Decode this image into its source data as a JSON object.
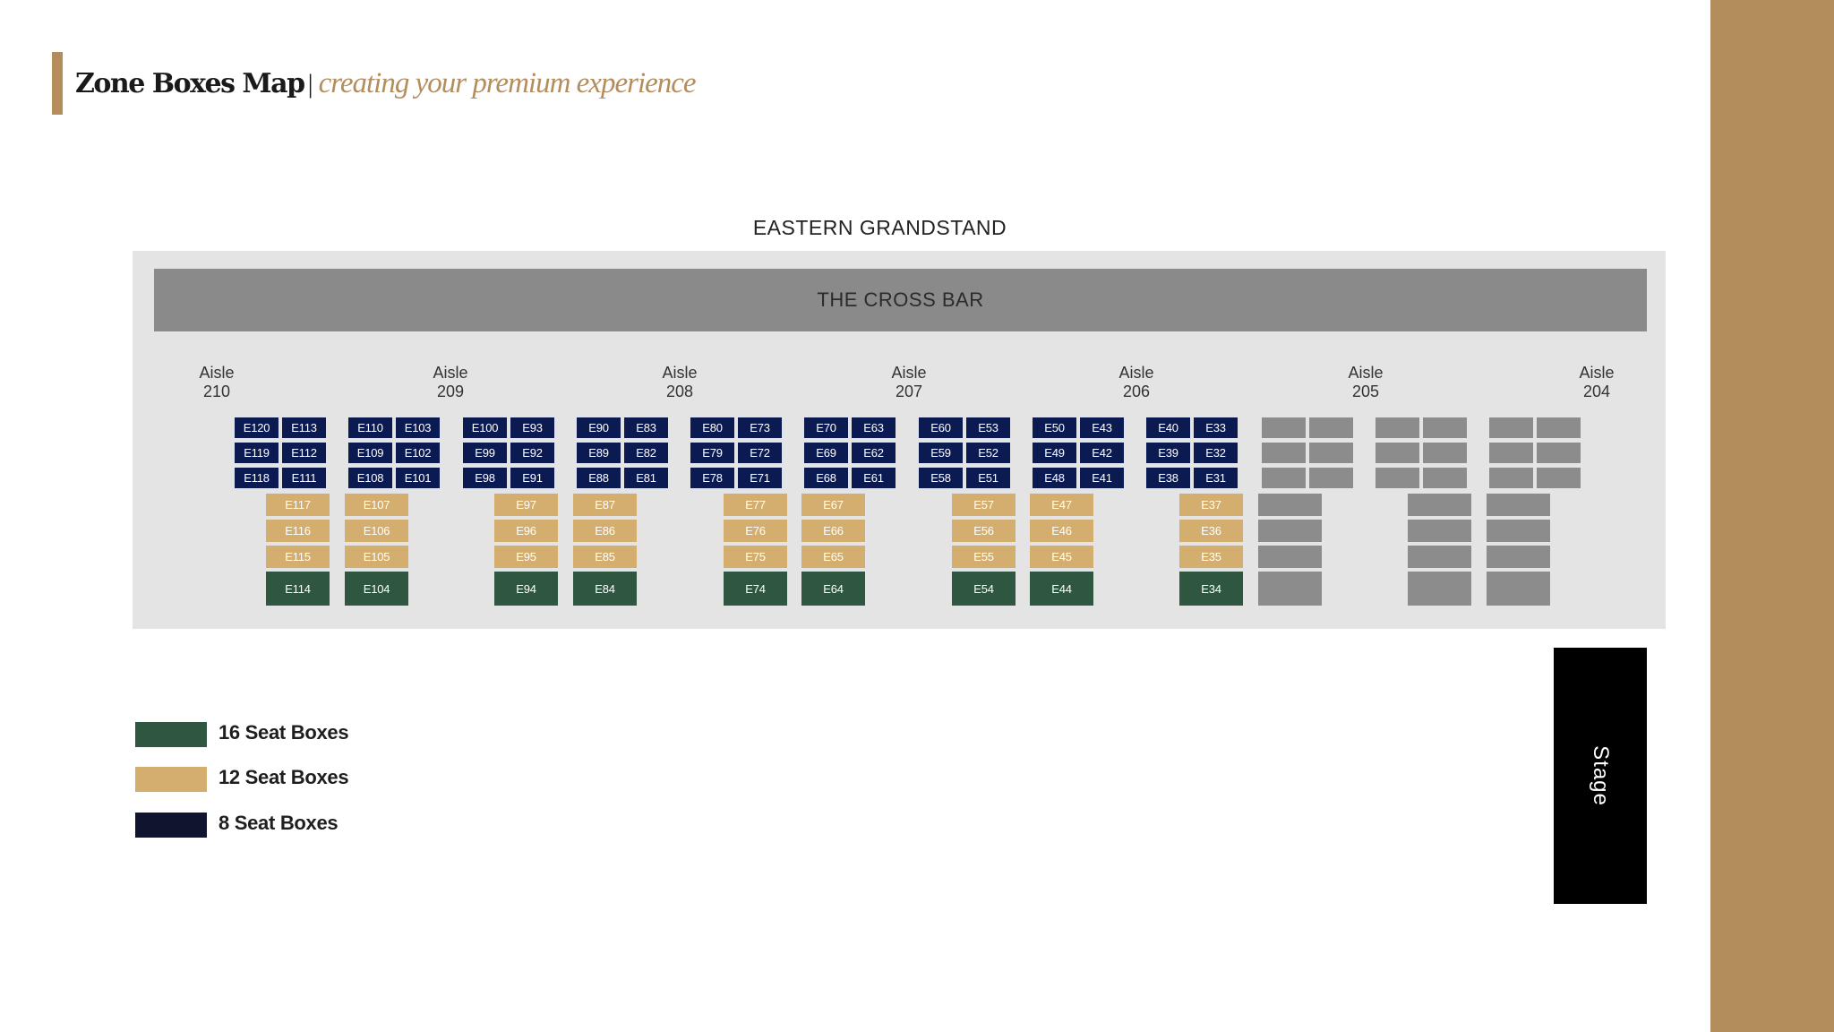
{
  "header": {
    "title": "Zone Boxes Map",
    "separator": "|",
    "subtitle": "creating your premium experience"
  },
  "colors": {
    "accent": "#b48d5d",
    "box_16": "#2f5640",
    "box_12": "#d4ae6e",
    "box_8": "#0c1a52",
    "box_unavailable": "#8c8c8c"
  },
  "map": {
    "grandstand_label": "EASTERN GRANDSTAND",
    "crossbar_label": "THE CROSS BAR",
    "stage_label": "Stage",
    "aisles": [
      {
        "line1": "Aisle",
        "line2": "210"
      },
      {
        "line1": "Aisle",
        "line2": "209"
      },
      {
        "line1": "Aisle",
        "line2": "208"
      },
      {
        "line1": "Aisle",
        "line2": "207"
      },
      {
        "line1": "Aisle",
        "line2": "206"
      },
      {
        "line1": "Aisle",
        "line2": "205"
      },
      {
        "line1": "Aisle",
        "line2": "204"
      }
    ],
    "eight_seat_pairs": [
      {
        "left": [
          "E120",
          "E119",
          "E118"
        ],
        "right": [
          "E113",
          "E112",
          "E111"
        ]
      },
      {
        "left": [
          "E110",
          "E109",
          "E108"
        ],
        "right": [
          "E103",
          "E102",
          "E101"
        ]
      },
      {
        "left": [
          "E100",
          "E99",
          "E98"
        ],
        "right": [
          "E93",
          "E92",
          "E91"
        ]
      },
      {
        "left": [
          "E90",
          "E89",
          "E88"
        ],
        "right": [
          "E83",
          "E82",
          "E81"
        ]
      },
      {
        "left": [
          "E80",
          "E79",
          "E78"
        ],
        "right": [
          "E73",
          "E72",
          "E71"
        ]
      },
      {
        "left": [
          "E70",
          "E69",
          "E68"
        ],
        "right": [
          "E63",
          "E62",
          "E61"
        ]
      },
      {
        "left": [
          "E60",
          "E59",
          "E58"
        ],
        "right": [
          "E53",
          "E52",
          "E51"
        ]
      },
      {
        "left": [
          "E50",
          "E49",
          "E48"
        ],
        "right": [
          "E43",
          "E42",
          "E41"
        ]
      },
      {
        "left": [
          "E40",
          "E39",
          "E38"
        ],
        "right": [
          "E33",
          "E32",
          "E31"
        ]
      },
      {
        "left": [
          "",
          "",
          ""
        ],
        "right": [
          "",
          "",
          ""
        ]
      },
      {
        "left": [
          "",
          "",
          ""
        ],
        "right": [
          "",
          "",
          ""
        ]
      },
      {
        "left": [
          "",
          "",
          ""
        ],
        "right": [
          "",
          "",
          ""
        ]
      }
    ],
    "lower_columns": [
      {
        "twelve": [
          "E117",
          "E116",
          "E115"
        ],
        "sixteen": "E114"
      },
      {
        "twelve": [
          "E107",
          "E106",
          "E105"
        ],
        "sixteen": "E104"
      },
      {
        "twelve": [
          "E97",
          "E96",
          "E95"
        ],
        "sixteen": "E94"
      },
      {
        "twelve": [
          "E87",
          "E86",
          "E85"
        ],
        "sixteen": "E84"
      },
      {
        "twelve": [
          "E77",
          "E76",
          "E75"
        ],
        "sixteen": "E74"
      },
      {
        "twelve": [
          "E67",
          "E66",
          "E65"
        ],
        "sixteen": "E64"
      },
      {
        "twelve": [
          "E57",
          "E56",
          "E55"
        ],
        "sixteen": "E54"
      },
      {
        "twelve": [
          "E47",
          "E46",
          "E45"
        ],
        "sixteen": "E44"
      },
      {
        "twelve": [
          "E37",
          "E36",
          "E35"
        ],
        "sixteen": "E34"
      },
      {
        "twelve": [
          "",
          "",
          ""
        ],
        "sixteen": "",
        "unavailable": true
      },
      {
        "twelve": [
          "",
          "",
          ""
        ],
        "sixteen": "",
        "unavailable": true
      },
      {
        "twelve": [
          "",
          "",
          ""
        ],
        "sixteen": "",
        "unavailable": true
      }
    ]
  },
  "legend": [
    {
      "label": "16 Seat Boxes",
      "color": "#2f5640"
    },
    {
      "label": "12 Seat Boxes",
      "color": "#d4ae6e"
    },
    {
      "label": "8 Seat Boxes",
      "color": "#11142e"
    }
  ]
}
